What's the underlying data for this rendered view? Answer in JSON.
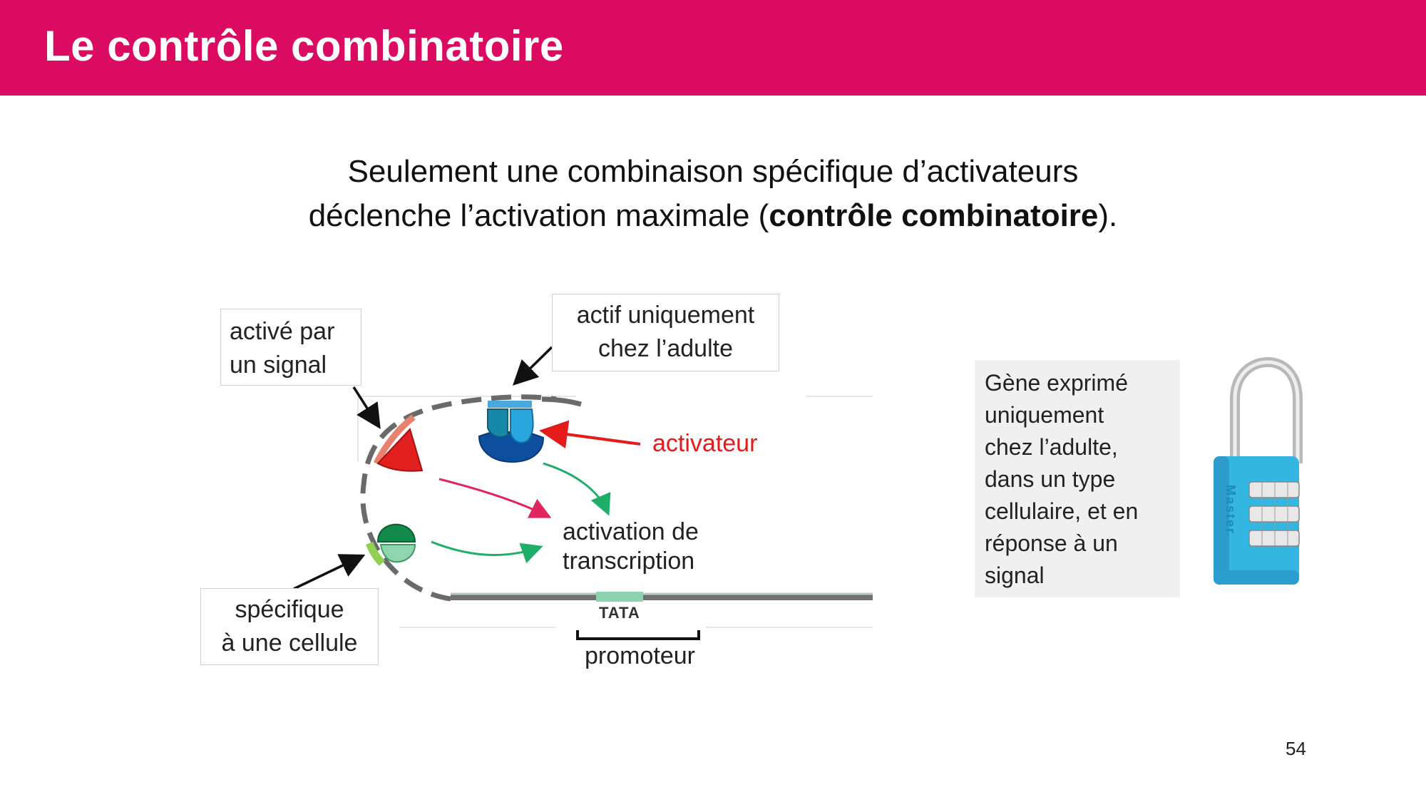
{
  "header": {
    "title": "Le contrôle combinatoire"
  },
  "subtitle": {
    "line1": "Seulement une combinaison spécifique d’activateurs",
    "line2_pre": "déclenche l’activation maximale (",
    "line2_bold": "contrôle combinatoire",
    "line2_post": ")."
  },
  "diagram": {
    "label_signal": [
      "activé par",
      "un signal"
    ],
    "label_adult": [
      "actif uniquement",
      "chez l’adulte"
    ],
    "label_cell": [
      "spécifique",
      "à une cellule"
    ],
    "activator_label": "activateur",
    "activation_label": [
      "activation de",
      "transcription"
    ],
    "tata_label": "TATA",
    "promoter_label": "promoteur",
    "colors": {
      "activator_red": "#e51b1b",
      "signal_red": "#e02424",
      "adult_blue": "#1f7fd0",
      "cell_green": "#1a9a5a",
      "dna_gray": "#666666"
    }
  },
  "side_note": [
    "Gène exprimé",
    "uniquement",
    "chez l’adulte,",
    "dans un type",
    "cellulaire, et en",
    "réponse à un",
    "signal"
  ],
  "padlock": {
    "icon": "combination-padlock-icon",
    "body_color": "#34b6e3",
    "brand": "Master"
  },
  "page_number": "54"
}
